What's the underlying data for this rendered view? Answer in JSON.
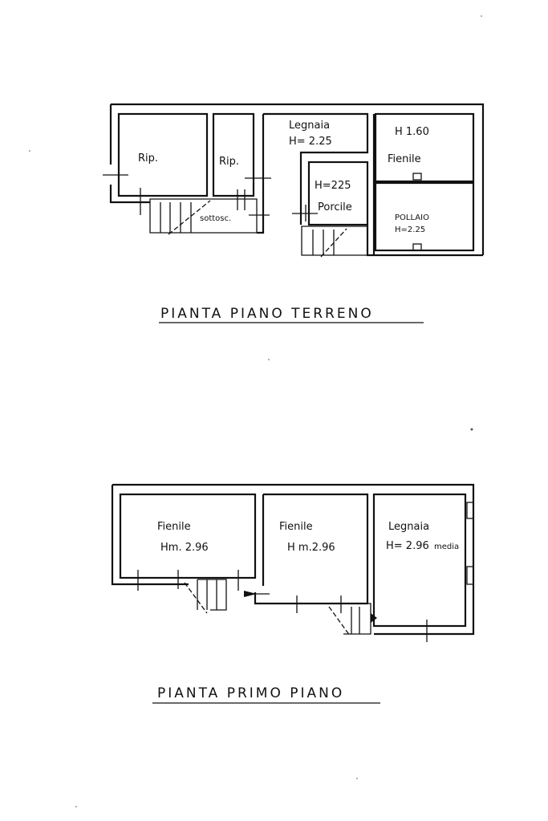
{
  "ground_floor": {
    "title": "PIANTA PIANO TERRENO",
    "rooms": [
      {
        "name": "Rip."
      },
      {
        "name": "Rip."
      },
      {
        "name": "Legnaia",
        "height": "H= 2.25"
      },
      {
        "name": "Fienile",
        "height": "H 1.60"
      },
      {
        "name": "Porcile",
        "height": "H=225"
      },
      {
        "name": "POLLAIO",
        "height": "H=2.25"
      },
      {
        "name": "sottosc."
      }
    ]
  },
  "first_floor": {
    "title": "PIANTA PRIMO PIANO",
    "rooms": [
      {
        "name": "Fienile",
        "height": "Hm. 2.96"
      },
      {
        "name": "Fienile",
        "height": "H m.2.96"
      },
      {
        "name": "Legnaia",
        "height": "H= 2.96",
        "note": "media"
      }
    ]
  }
}
